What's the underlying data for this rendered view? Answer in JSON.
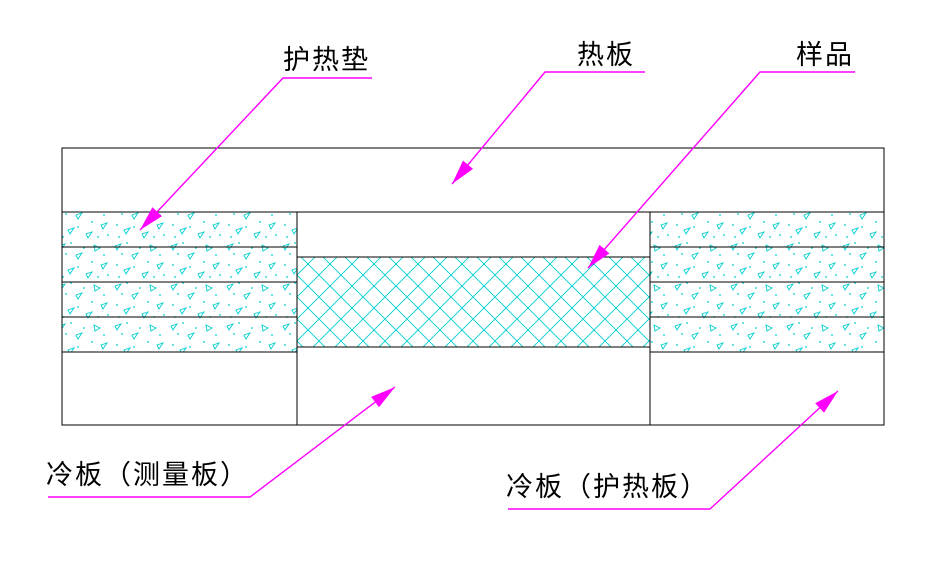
{
  "diagram": {
    "labels": {
      "guard_pad": "护热垫",
      "hot_plate": "热板",
      "sample": "样品",
      "cold_plate_measuring": "冷板（测量板）",
      "cold_plate_guard": "冷板（护热板）"
    },
    "colors": {
      "background": "#ffffff",
      "line": "#000000",
      "leader": "#ff00ff",
      "hatch": "#00cdcd",
      "text": "#000000"
    }
  }
}
